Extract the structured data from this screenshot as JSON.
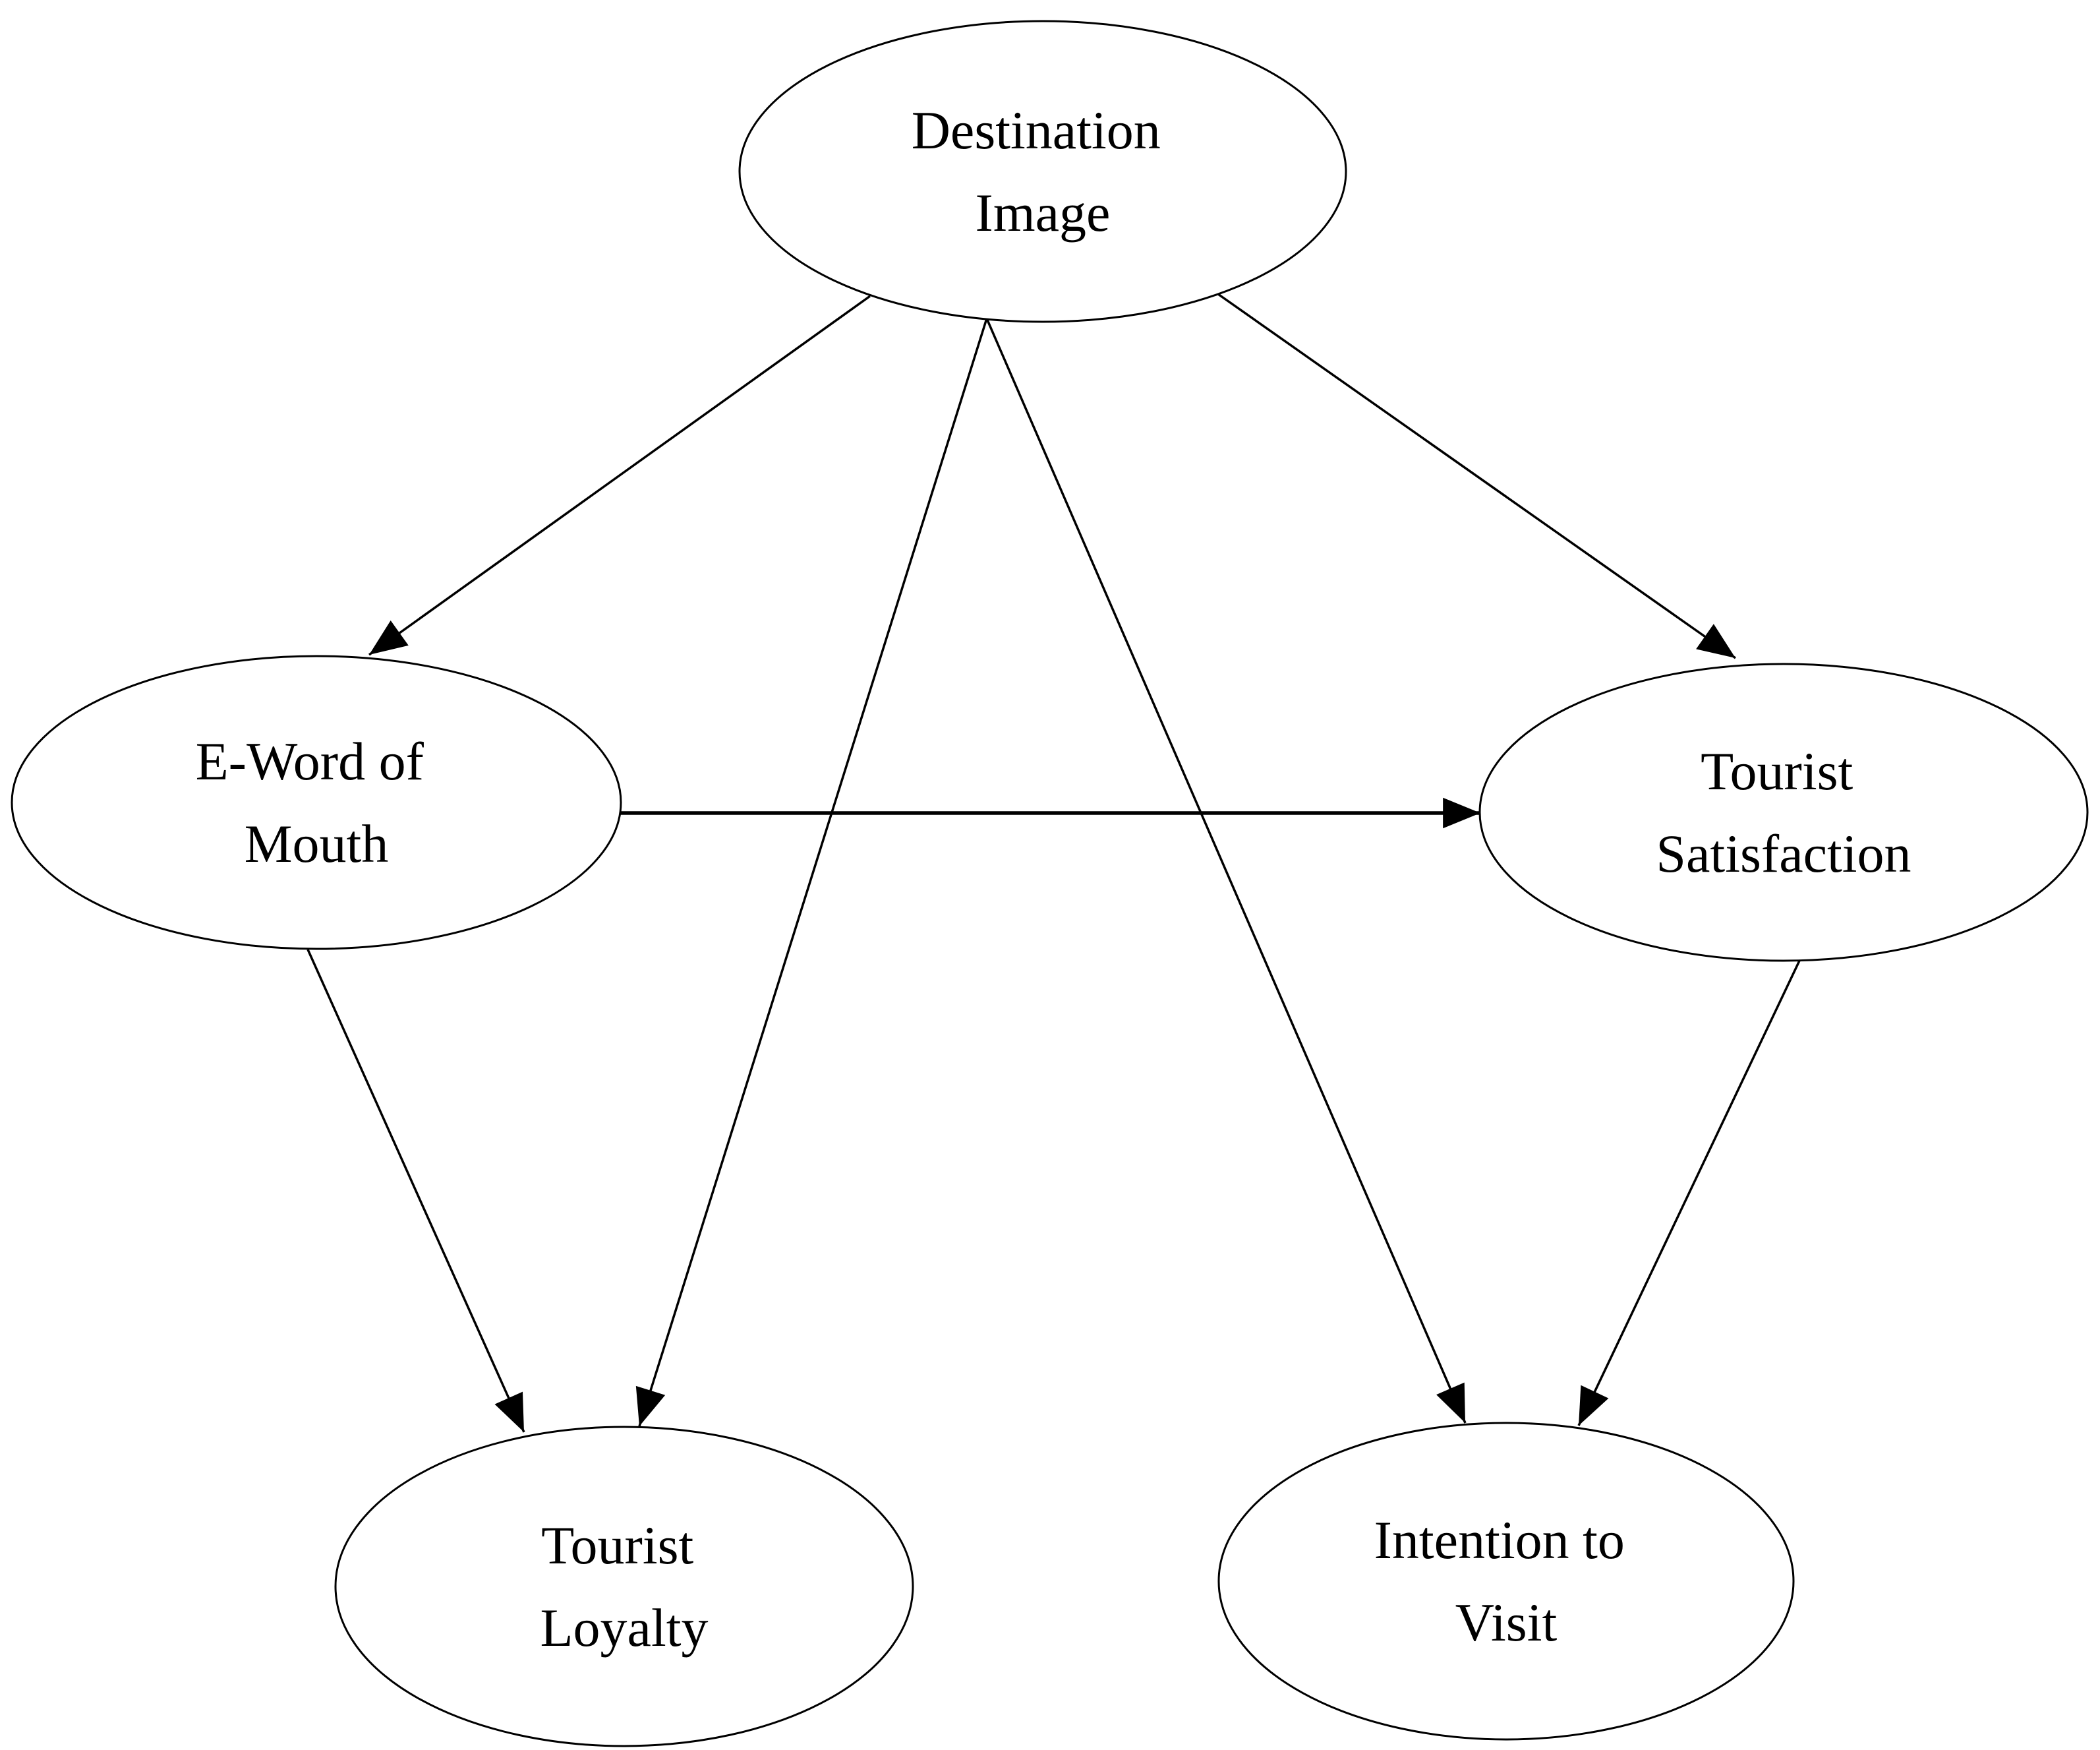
{
  "figure": {
    "type": "conceptual-model-path-diagram",
    "background_color": "#ffffff",
    "stroke_color": "#000000"
  },
  "nodes": {
    "destination_image": {
      "label": "Destination Image",
      "line1": "Destination",
      "line2": "Image"
    },
    "e_word_of_mouth": {
      "label": "E-Word of Mouth",
      "line1": "E-Word of",
      "line2": "Mouth"
    },
    "tourist_satisfaction": {
      "label": "Tourist Satisfaction",
      "line1": "Tourist",
      "line2": "Satisfaction"
    },
    "tourist_loyalty": {
      "label": "Tourist Loyalty",
      "line1": "Tourist",
      "line2": "Loyalty"
    },
    "intention_to_visit": {
      "label": "Intention to Visit",
      "line1": "Intention to",
      "line2": "Visit"
    }
  },
  "edges": [
    {
      "from": "Destination Image",
      "to": "E-Word of Mouth"
    },
    {
      "from": "Destination Image",
      "to": "Tourist Satisfaction"
    },
    {
      "from": "Destination Image",
      "to": "Tourist Loyalty"
    },
    {
      "from": "Destination Image",
      "to": "Intention to Visit"
    },
    {
      "from": "E-Word of Mouth",
      "to": "Tourist Satisfaction"
    },
    {
      "from": "E-Word of Mouth",
      "to": "Tourist Loyalty"
    },
    {
      "from": "Tourist Satisfaction",
      "to": "Intention to Visit"
    }
  ]
}
